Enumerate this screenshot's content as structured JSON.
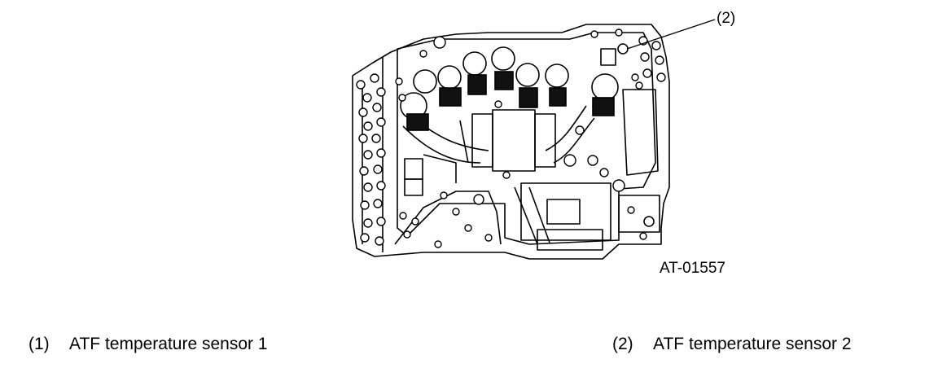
{
  "diagram": {
    "figure_id": "AT-01557",
    "callouts": [
      {
        "id": "2",
        "label": "(2)"
      }
    ]
  },
  "legend": [
    {
      "num": "(1)",
      "text": "ATF temperature sensor 1"
    },
    {
      "num": "(2)",
      "text": "ATF temperature sensor 2"
    }
  ]
}
